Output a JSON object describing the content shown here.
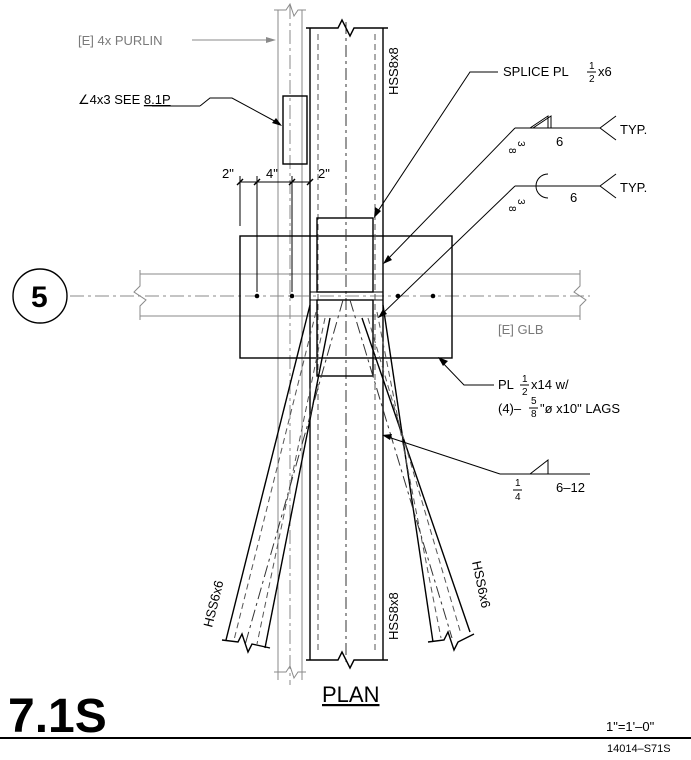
{
  "labels": {
    "purlin": "[E] 4x PURLIN",
    "angle_see": "∠4x3 SEE",
    "angle_ref": "8.1P",
    "splice": "SPLICE PL",
    "splice_suffix": "x6",
    "hss8_top": "HSS8x8",
    "hss8_bottom": "HSS8x8",
    "hss6_left": "HSS6x6",
    "hss6_right": "HSS6x6",
    "glb": "[E] GLB",
    "pl_line1": "PL",
    "pl_line1_suffix": "x14 w/",
    "pl_line2_prefix": "(4)–",
    "pl_line2_suffix": "\"ø x10\" LAGS",
    "typ": "TYP.",
    "weld_len1": "6",
    "weld_len2": "6",
    "weld_len3": "6–12",
    "dim_2a": "2\"",
    "dim_4": "4\"",
    "dim_2b": "2\"",
    "grid": "5",
    "plan": "PLAN",
    "detail_no": "7.1S",
    "scale": "1\"=1'–0\"",
    "sheet_ref": "14014–S71S"
  },
  "fractions": {
    "half_num": "1",
    "half_den": "2",
    "weld_num": "3",
    "weld_den": "8",
    "fillet_num": "1",
    "fillet_den": "4",
    "lag_num": "5",
    "lag_den": "8"
  }
}
